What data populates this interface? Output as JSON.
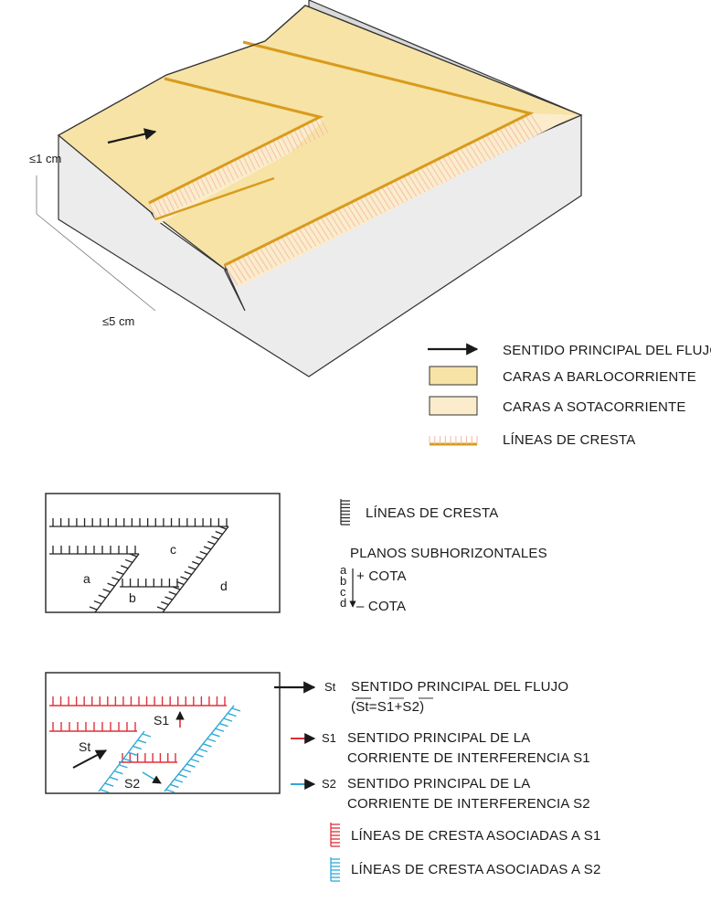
{
  "colors": {
    "upstream_face": "#f7e3a6",
    "downstream_face": "#fbeccb",
    "block_front": "#ececec",
    "block_side": "#d9d9d9",
    "crest_line": "#d89b1c",
    "crest_ticks": "#f2b7a4",
    "s1_color": "#e0303a",
    "s2_color": "#2fa9d8",
    "ink": "#1a1a1a"
  },
  "block": {
    "scale_height": "≤1 cm",
    "scale_length": "≤5 cm"
  },
  "legend1": {
    "flow": "SENTIDO PRINCIPAL DEL FLUJO",
    "stoss": "CARAS A BARLOCORRIENTE",
    "lee": "CARAS A SOTACORRIENTE",
    "crest": "LÍNEAS DE CRESTA"
  },
  "diagram2": {
    "labels": [
      "a",
      "b",
      "c",
      "d"
    ],
    "crest_label": "LÍNEAS DE CRESTA",
    "planes_title": "PLANOS SUBHORIZONTALES",
    "plus_level": "+ COTA",
    "minus_level": "– COTA",
    "order": [
      "a",
      "b",
      "c",
      "d"
    ]
  },
  "diagram3": {
    "st_label": "St",
    "s1_label": "S1",
    "s2_label": "S2",
    "legend": {
      "st_code": "St",
      "st_text": "SENTIDO PRINCIPAL DEL FLUJO",
      "st_formula": "(St=S1+S2)",
      "s1_code": "S1",
      "s1_line1": "SENTIDO PRINCIPAL DE LA",
      "s1_line2": "CORRIENTE DE INTERFERENCIA S1",
      "s2_code": "S2",
      "s2_line1": "SENTIDO PRINCIPAL DE LA",
      "s2_line2": "CORRIENTE DE INTERFERENCIA S2",
      "crest_s1": "LÍNEAS DE CRESTA ASOCIADAS A S1",
      "crest_s2": "LÍNEAS DE CRESTA ASOCIADAS A S2"
    }
  }
}
